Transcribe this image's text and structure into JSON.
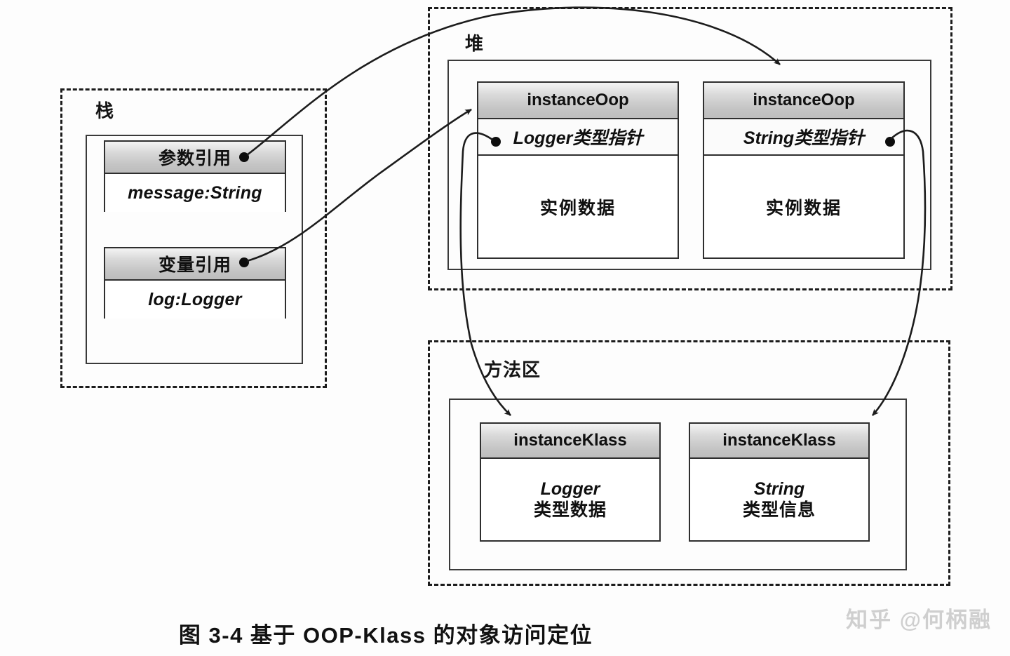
{
  "figure": {
    "caption": "图 3-4   基于 OOP-Klass 的对象访问定位",
    "watermark": "知乎 @何柄融"
  },
  "regions": {
    "stack": {
      "label": "栈",
      "frames": [
        {
          "header": "参数引用",
          "body": "message:String",
          "has_ref_dot": true
        },
        {
          "header": "变量引用",
          "body": "log:Logger",
          "has_ref_dot": true
        }
      ]
    },
    "heap": {
      "label": "堆",
      "objects": [
        {
          "header": "instanceOop",
          "pointer": "Logger类型指针",
          "pointer_dot_side": "left",
          "data": "实例数据"
        },
        {
          "header": "instanceOop",
          "pointer": "String类型指针",
          "pointer_dot_side": "right",
          "data": "实例数据"
        }
      ]
    },
    "method_area": {
      "label": "方法区",
      "classes": [
        {
          "header": "instanceKlass",
          "type_name": "Logger",
          "type_desc": "类型数据"
        },
        {
          "header": "instanceKlass",
          "type_name": "String",
          "type_desc": "类型信息"
        }
      ]
    }
  },
  "colors": {
    "line": "#1c1c1c",
    "header_gray": "#c8c8c8",
    "background": "#fdfdfd",
    "watermark_gray": "#cfcfcf"
  },
  "arrows": [
    {
      "name": "param-ref-to-string-oop",
      "from": "参数引用",
      "to": "instanceOop (String类型指针)"
    },
    {
      "name": "var-ref-to-logger-oop",
      "from": "变量引用",
      "to": "instanceOop (Logger类型指针)"
    },
    {
      "name": "logger-pointer-to-logger-klass",
      "from": "Logger类型指针",
      "to": "instanceKlass (Logger)"
    },
    {
      "name": "string-pointer-to-string-klass",
      "from": "String类型指针",
      "to": "instanceKlass (String)"
    }
  ]
}
